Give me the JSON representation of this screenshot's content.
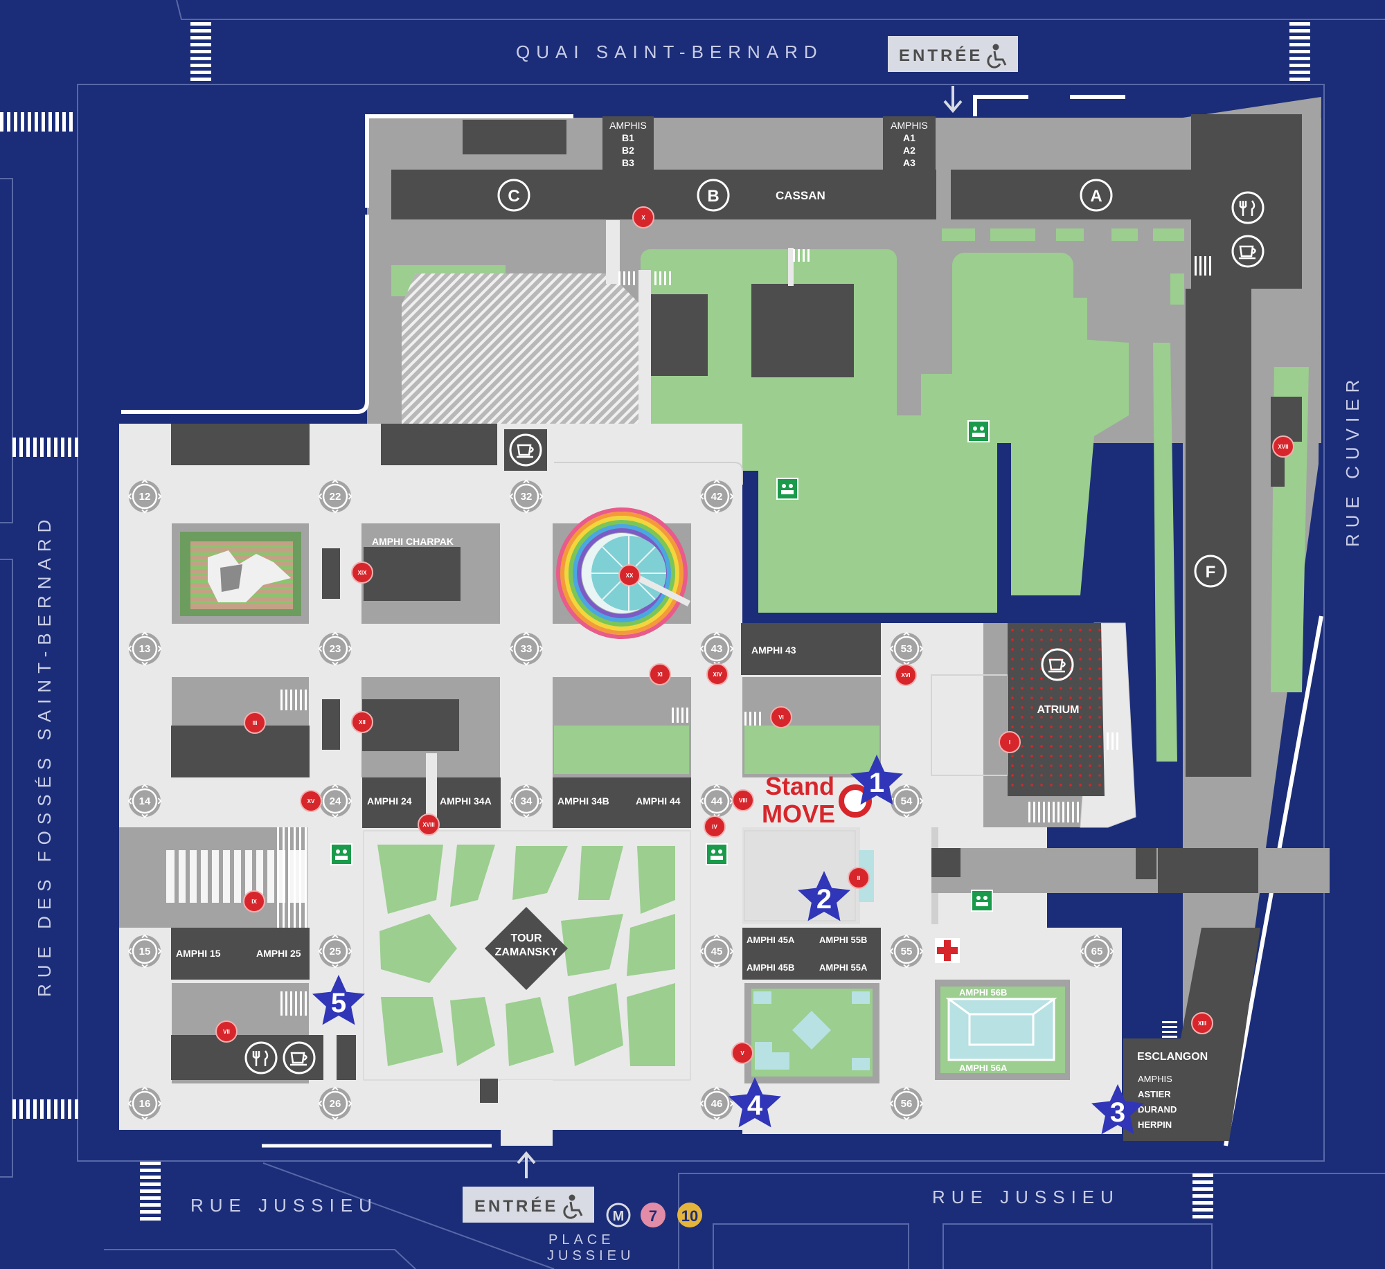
{
  "streets": {
    "north": "QUAI SAINT-BERNARD",
    "west": "RUE DES FOSSÉS SAINT-BERNARD",
    "east": "RUE CUVIER",
    "south_left": "RUE JUSSIEU",
    "south_right": "RUE JUSSIEU",
    "place": "PLACE",
    "place2": "JUSSIEU"
  },
  "entrances": {
    "north": "ENTRÉE",
    "south": "ENTRÉE"
  },
  "metro": {
    "symbol": "M",
    "line1": "7",
    "line2": "10"
  },
  "buildings": {
    "c": "C",
    "b": "B",
    "a": "A",
    "f": "F",
    "cassan": "CASSAN",
    "amphis_b_title": "AMPHIS",
    "amphis_b1": "B1",
    "amphis_b2": "B2",
    "amphis_b3": "B3",
    "amphis_a_title": "AMPHIS",
    "amphis_a1": "A1",
    "amphis_a2": "A2",
    "amphis_a3": "A3",
    "charpak": "AMPHI CHARPAK",
    "amphi43": "AMPHI 43",
    "atrium": "ATRIUM",
    "amphi24": "AMPHI 24",
    "amphi34a": "AMPHI 34A",
    "amphi34b": "AMPHI 34B",
    "amphi44": "AMPHI 44",
    "amphi15": "AMPHI 15",
    "amphi25": "AMPHI 25",
    "tour1": "TOUR",
    "tour2": "ZAMANSKY",
    "amphi45a": "AMPHI 45A",
    "amphi55b": "AMPHI 55B",
    "amphi45b": "AMPHI 45B",
    "amphi55a": "AMPHI 55A",
    "amphi56b": "AMPHI 56B",
    "amphi56a": "AMPHI 56A",
    "esclangon": "ESCLANGON",
    "amphis": "AMPHIS",
    "astier": "ASTIER",
    "durand": "DURAND",
    "herpin": "HERPIN"
  },
  "stand": {
    "line1": "Stand",
    "line2": "MOVE"
  },
  "towers": [
    "12",
    "22",
    "32",
    "42",
    "13",
    "23",
    "33",
    "43",
    "53",
    "14",
    "24",
    "34",
    "44",
    "54",
    "15",
    "25",
    "45",
    "55",
    "65",
    "16",
    "26",
    "46",
    "56"
  ],
  "roman": [
    "X",
    "XIX",
    "XX",
    "XI",
    "XIV",
    "XVI",
    "III",
    "XII",
    "VI",
    "I",
    "XVII",
    "XV",
    "XVIII",
    "VIII",
    "IV",
    "II",
    "IX",
    "VII",
    "V",
    "XIII"
  ],
  "stars": [
    "1",
    "2",
    "3",
    "4",
    "5"
  ],
  "colors": {
    "street": "#1b2d78",
    "ground": "#e9e9e9",
    "road": "#a3a3a3",
    "green": "#9bce8f",
    "building": "#4d4d4d",
    "marker": "#d7262b",
    "star": "#3036b7"
  }
}
